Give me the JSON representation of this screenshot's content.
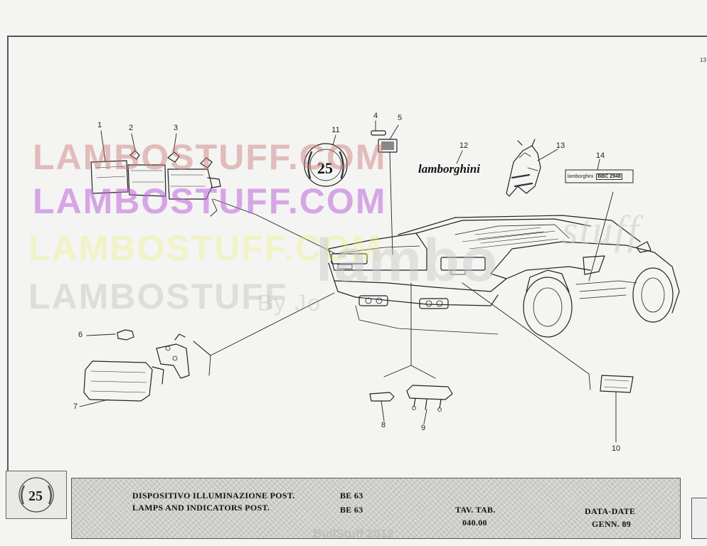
{
  "watermarks": {
    "line1": "LAMBOSTUFF.COM",
    "line2": "LAMBOSTUFF.COM",
    "line3": "LAMBOSTUFF.COM",
    "line4": "LAMBOSTUFF",
    "line5": "By Jo",
    "brand_big": "lambo",
    "brand_script": "stuff"
  },
  "page_mark": "13",
  "callouts": [
    "1",
    "2",
    "3",
    "4",
    "5",
    "6",
    "7",
    "8",
    "9",
    "10",
    "11",
    "12",
    "13",
    "14"
  ],
  "emblem": {
    "number": "25",
    "brand_script": "lamborghini"
  },
  "badge": {
    "left_text": "lamborghini",
    "right_text": "BBC 2948"
  },
  "title_block": {
    "line_it": "DISPOSITIVO ILLUMINAZIONE POST.",
    "code_it": "BE 63",
    "line_en": "LAMPS AND INDICATORS POST.",
    "code_en": "BE 63",
    "tav_label": "TAV. TAB.",
    "tav_value": "040.00",
    "date_label": "DATA-DATE",
    "date_value": "GENN. 89",
    "logo_number": "25"
  },
  "footer": "BullStuff 2012"
}
